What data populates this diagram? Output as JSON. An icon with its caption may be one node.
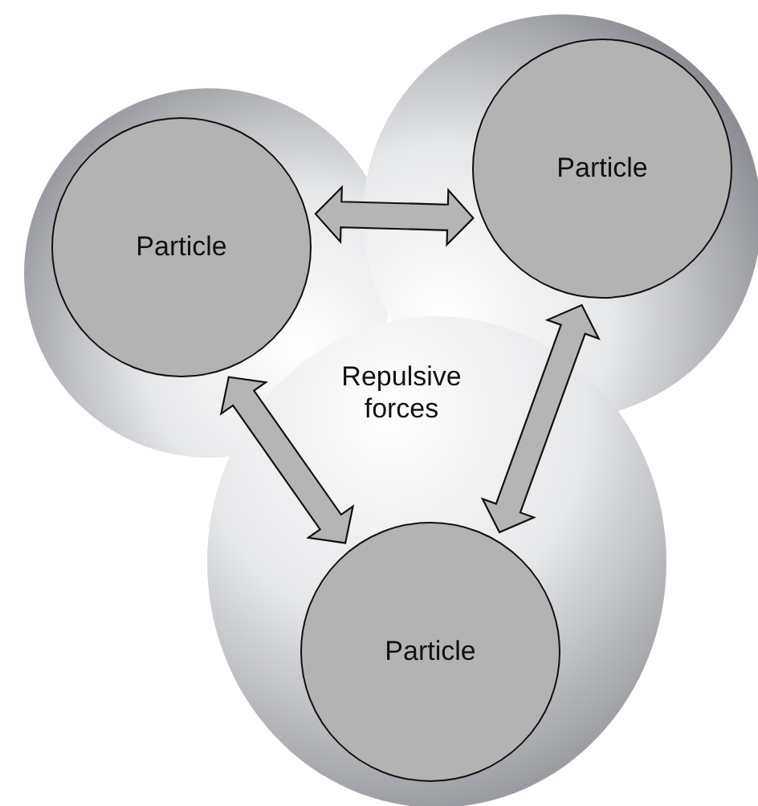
{
  "diagram": {
    "nodes": [
      {
        "text": [
          "Particle"
        ]
      },
      {
        "text": [
          "Particle"
        ]
      },
      {
        "text": [
          "Particle"
        ]
      }
    ],
    "edges": [
      {
        "from": 0,
        "to": 1,
        "arrow": "both"
      },
      {
        "from": 0,
        "to": 2,
        "arrow": "both"
      },
      {
        "from": 1,
        "to": 2,
        "arrow": "both"
      }
    ],
    "labels": [
      "Repulsive forces"
    ]
  }
}
